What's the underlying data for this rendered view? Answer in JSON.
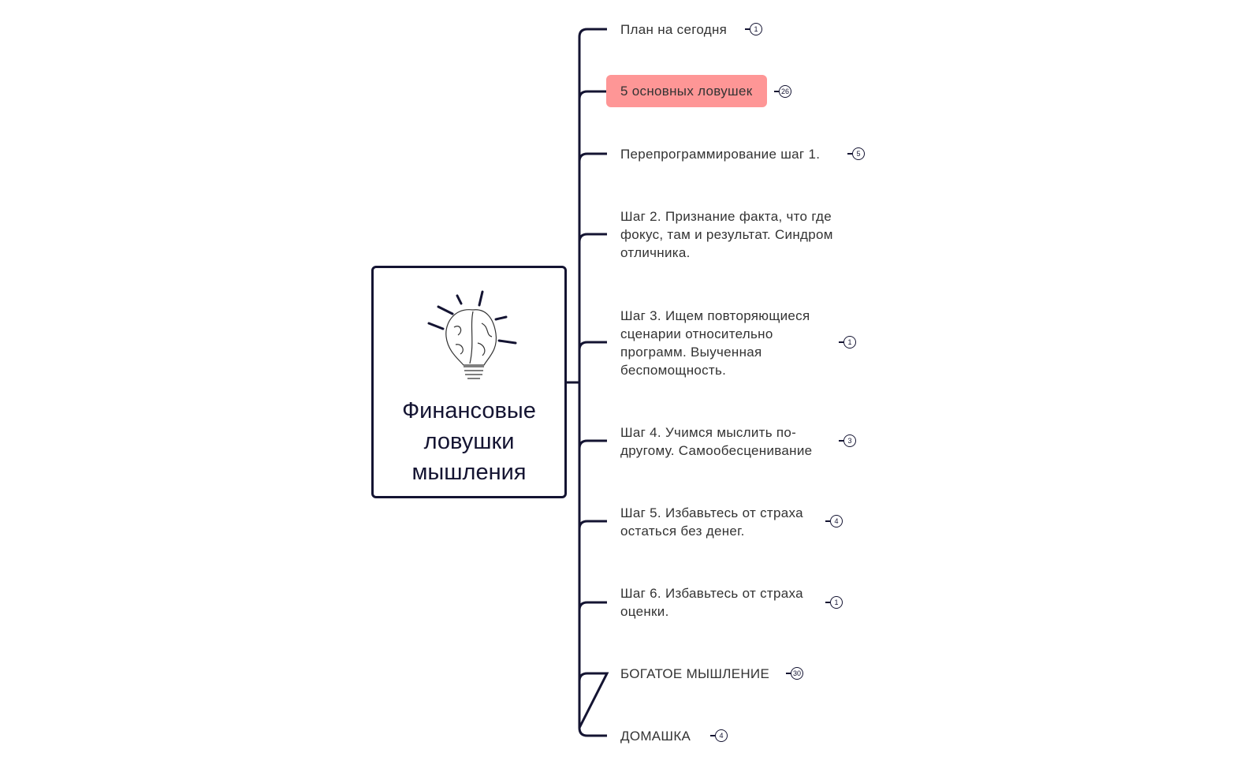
{
  "root": {
    "title": "Финансовые ловушки мышления",
    "icon": "brain-lightbulb-icon"
  },
  "colors": {
    "line": "#141432",
    "highlight": "#fe9696"
  },
  "topics": [
    {
      "label": "План на сегодня",
      "count": "1"
    },
    {
      "label": "5 основных ловушек",
      "count": "26",
      "highlighted": true
    },
    {
      "label": "Перепрограммирование шаг 1.",
      "count": "5"
    },
    {
      "label": "Шаг 2. Признание факта, что где фокус, там и результат. Синдром отличника."
    },
    {
      "label": "Шаг 3. Ищем повторяющиеся сценарии относительно программ. Выученная беспомощность.",
      "count": "1"
    },
    {
      "label": "Шаг 4. Учимся мыслить по-другому. Самообесценивание",
      "count": "3"
    },
    {
      "label": "Шаг 5. Избавьтесь от страха остаться без денег.",
      "count": "4"
    },
    {
      "label": "Шаг 6. Избавьтесь от страха оценки.",
      "count": "1"
    },
    {
      "label": "БОГАТОЕ МЫШЛЕНИЕ",
      "count": "30"
    },
    {
      "label": "ДОМАШКА",
      "count": "4"
    }
  ]
}
